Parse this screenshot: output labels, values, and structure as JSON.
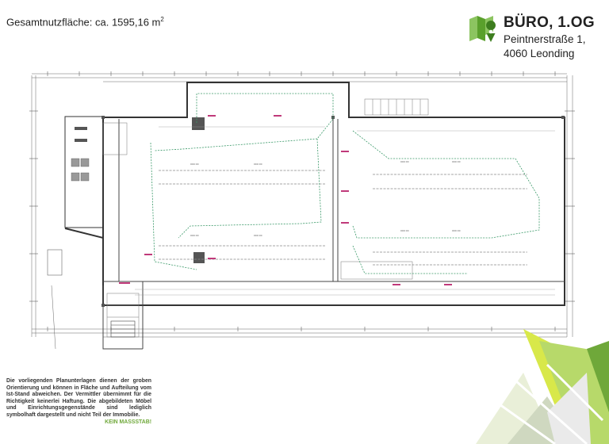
{
  "header": {
    "area_label": "Gesamtnutzfläche: ca. 1595,16 m",
    "area_unit_sup": "2",
    "title": "BÜRO, 1.OG",
    "address_line1": "Peintnerstraße 1,",
    "address_line2": "4060 Leonding"
  },
  "disclaimer": {
    "text": "Die vorliegenden Planunterlagen dienen der groben Orientierung und können in Fläche und Aufteilung vom Ist-Stand abweichen. Der Vermittler übernimmt für die Richtigkeit keinerlei Haftung. Die abgebildeten Möbel und Einrichtungsgegenstände sind lediglich symbolhaft dargestellt und nicht Teil der Immobilie.",
    "notice": "KEIN MASSSTAB!"
  },
  "colors": {
    "accent_green": "#6fa83a",
    "light_green": "#b7d96a",
    "yellow_green": "#d8e84a",
    "logo_green": "#5aa02c",
    "plan_line": "#555555",
    "route_green": "#3c9a6a",
    "marker_magenta": "#c0397a"
  }
}
